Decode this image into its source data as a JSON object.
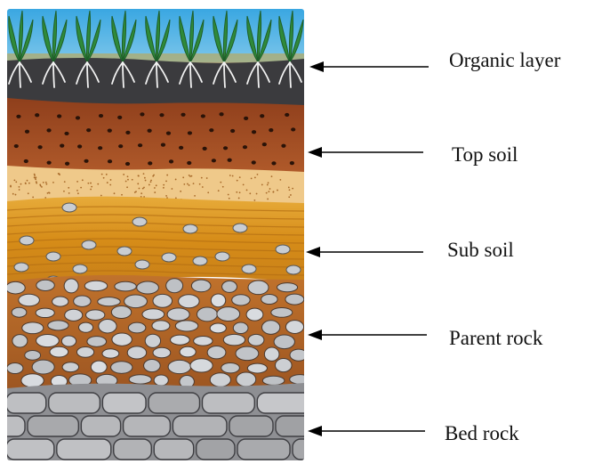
{
  "diagram": {
    "labels": [
      {
        "id": "organic",
        "text": "Organic layer"
      },
      {
        "id": "topsoil",
        "text": "Top soil"
      },
      {
        "id": "subsoil",
        "text": "Sub soil"
      },
      {
        "id": "parent",
        "text": "Parent rock"
      },
      {
        "id": "bedrock",
        "text": "Bed rock"
      }
    ],
    "colors": {
      "sky": "#4db3e6",
      "grass": "#2f8a3a",
      "organic": "#3b3b3e",
      "topsoil": "#9a4a22",
      "sandy": "#efc98a",
      "subsoil": "#d9951f",
      "parent": "#b9692a",
      "bedrock": "#a8a8aa",
      "pebble": "#c9cdd2",
      "arrow": "#000000",
      "text": "#111111"
    }
  }
}
